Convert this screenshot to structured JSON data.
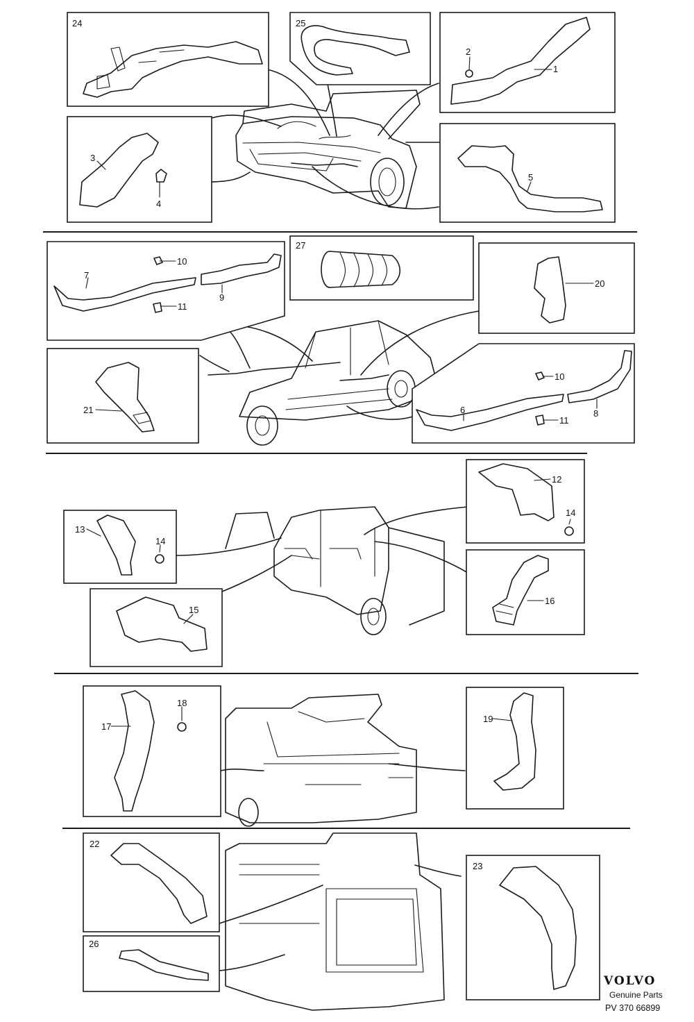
{
  "callouts": {
    "c1": "1",
    "c2": "2",
    "c3": "3",
    "c4": "4",
    "c5": "5",
    "c6": "6",
    "c7": "7",
    "c8": "8",
    "c9": "9",
    "c10a": "10",
    "c10b": "10",
    "c11a": "11",
    "c11b": "11",
    "c12": "12",
    "c13": "13",
    "c14a": "14",
    "c14b": "14",
    "c15": "15",
    "c16": "16",
    "c17": "17",
    "c18": "18",
    "c19": "19",
    "c20": "20",
    "c21": "21",
    "c22": "22",
    "c23": "23",
    "c24": "24",
    "c25": "25",
    "c26": "26",
    "c27": "27"
  },
  "footer": {
    "brand": "VOLVO",
    "subtitle": "Genuine Parts",
    "reference": "PV 370  66899"
  }
}
